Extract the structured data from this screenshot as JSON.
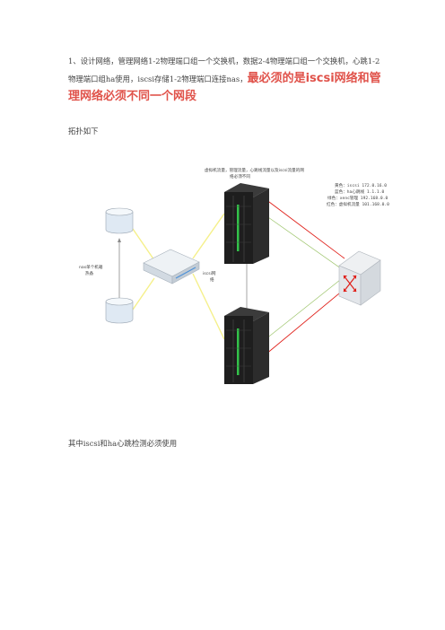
{
  "doc": {
    "para1_text": "1、设计网络，管理网络1-2物理端口组一个交换机，数据2-4物理端口组一个交换机，心跳1-2物理端口组ha使用，iscsi存储1-2物理端口连接nas，",
    "para1_highlight": "最必须的是iscsi网络和管理网络必须不同一个网段",
    "para2": "拓扑如下",
    "para3": "其中iscsi和ha心跳检测必须使用"
  },
  "diagram": {
    "top_label_line1": "虚拟机流量，管理流量，心跳线流量以及iscsi流量的网",
    "top_label_line2": "络必须不同",
    "legend": [
      {
        "text": "黄色：iscsi 172.0.16.0",
        "color": "yellow"
      },
      {
        "text": "蓝色：ha心跳线 1.1.1.0",
        "color": "blue"
      },
      {
        "text": "绿色：xenc管理 192.168.0.0",
        "color": "green"
      },
      {
        "text": "红色：虚拟机流量 101.168.0.0",
        "color": "red"
      }
    ],
    "nas_label_line1": "nas单个机箱",
    "nas_label_line2": "热备",
    "iscsi_label_line1": "iscsi网",
    "iscsi_label_line2": "络",
    "colors": {
      "yellow": "#f5f08a",
      "red": "#e0201a",
      "green": "#9cc46a",
      "gray": "#7f7f7f"
    }
  }
}
